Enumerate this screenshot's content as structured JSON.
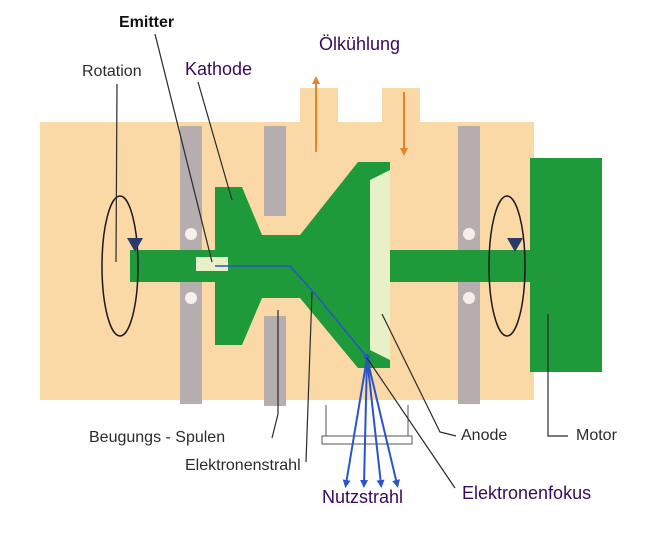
{
  "labels": {
    "emitter": "Emitter",
    "oelkuehlung": "Ölkühlung",
    "rotation": "Rotation",
    "kathode": "Kathode",
    "beugungs_spulen": "Beugungs - Spulen",
    "elektronenstrahl": "Elektronenstrahl",
    "nutzstrahl": "Nutzstrahl",
    "elektronenfokus": "Elektronenfokus",
    "anode": "Anode",
    "motor": "Motor"
  },
  "colors": {
    "housing": "#fbd9a7",
    "rotor": "#1f9a3a",
    "coil": "#b6adae",
    "anode_face": "#e7f0c6",
    "oil_arrow": "#e8832a",
    "beam": "#2a55c8",
    "leader": "#2a2a2a"
  }
}
